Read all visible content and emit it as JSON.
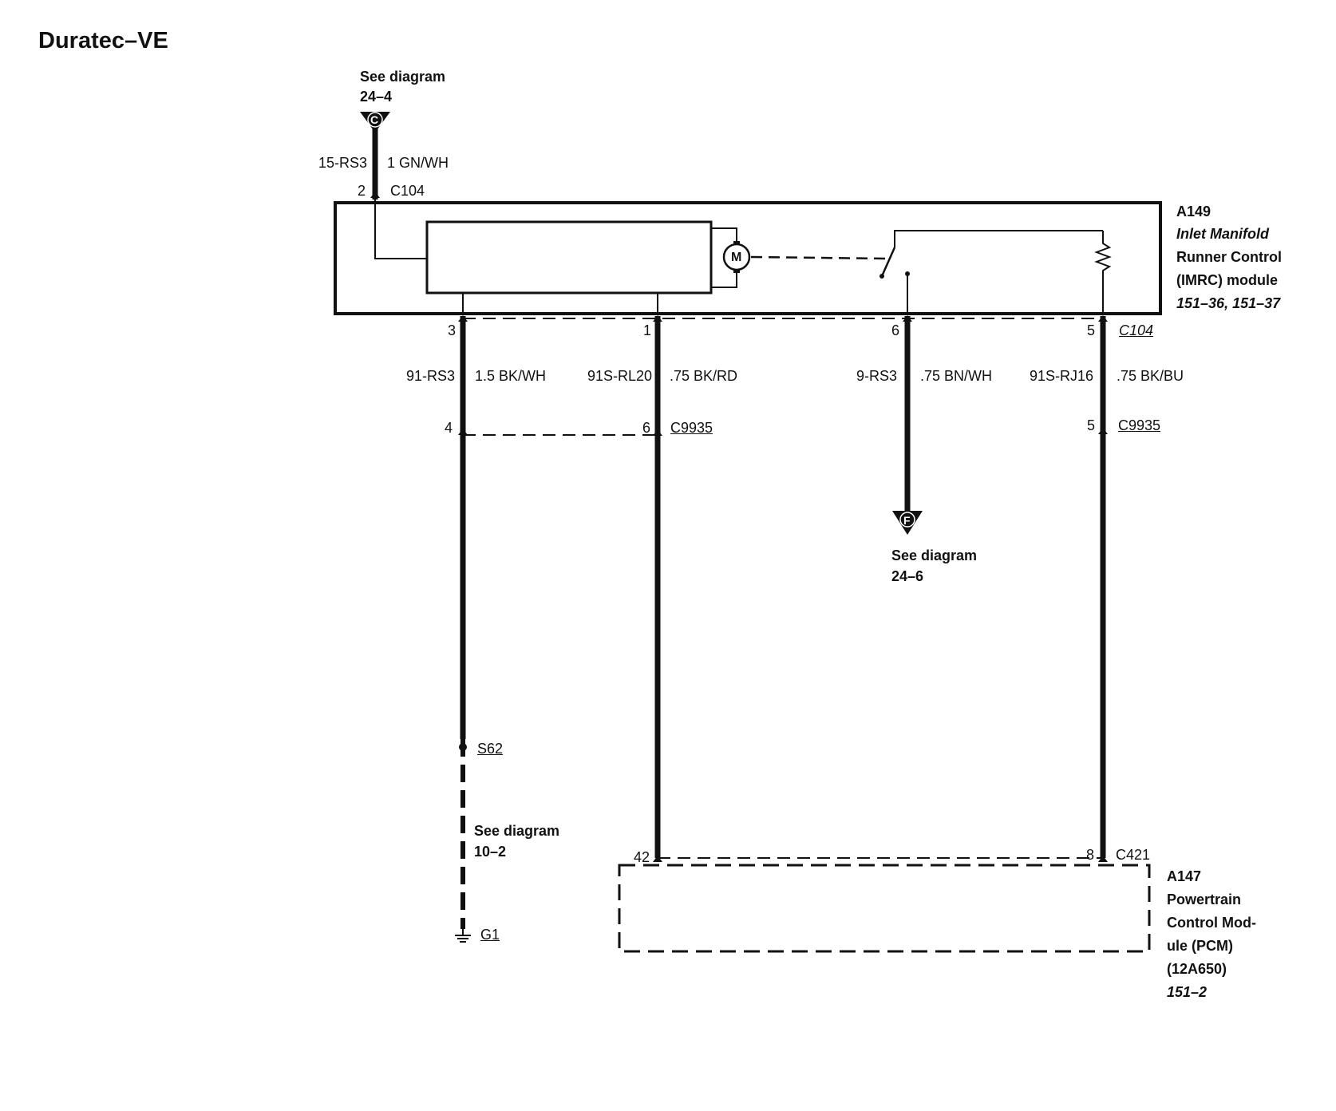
{
  "title": "Duratec–VE",
  "top_ref": {
    "text": "See diagram",
    "num": "24–4",
    "letter": "C"
  },
  "top_wire": {
    "circuit": "15-RS3",
    "gauge_color": "1 GN/WH",
    "pin": "2",
    "connector": "C104"
  },
  "imrc_module": {
    "id": "A149",
    "name": [
      "Inlet Manifold",
      "Runner Control",
      "(IMRC) module"
    ],
    "pages": "151–36, 151–37",
    "motor_symbol": "M"
  },
  "wires": [
    {
      "pin_top": "3",
      "circuit": "91-RS3",
      "gauge_color": "1.5 BK/WH",
      "pin_mid": "4"
    },
    {
      "pin_top": "1",
      "circuit": "91S-RL20",
      "gauge_color": ".75 BK/RD",
      "pin_mid": "6",
      "mid_connector": "C9935",
      "pin_bottom": "42"
    },
    {
      "pin_top": "6",
      "circuit": "9-RS3",
      "gauge_color": ".75 BN/WH"
    },
    {
      "pin_top": "5",
      "top_connector": "C104",
      "circuit": "91S-RJ16",
      "gauge_color": ".75 BK/BU",
      "pin_mid": "5",
      "mid_connector": "C9935",
      "pin_bottom": "8",
      "bottom_connector": "C421"
    }
  ],
  "right_ref": {
    "letter": "F",
    "text": "See diagram",
    "num": "24–6"
  },
  "splice": "S62",
  "ground_ref": {
    "text": "See diagram",
    "num": "10–2"
  },
  "ground": "G1",
  "pcm_module": {
    "id": "A147",
    "name": [
      "Powertrain",
      "Control Mod-",
      "ule (PCM)",
      "(12A650)"
    ],
    "page": "151–2"
  }
}
